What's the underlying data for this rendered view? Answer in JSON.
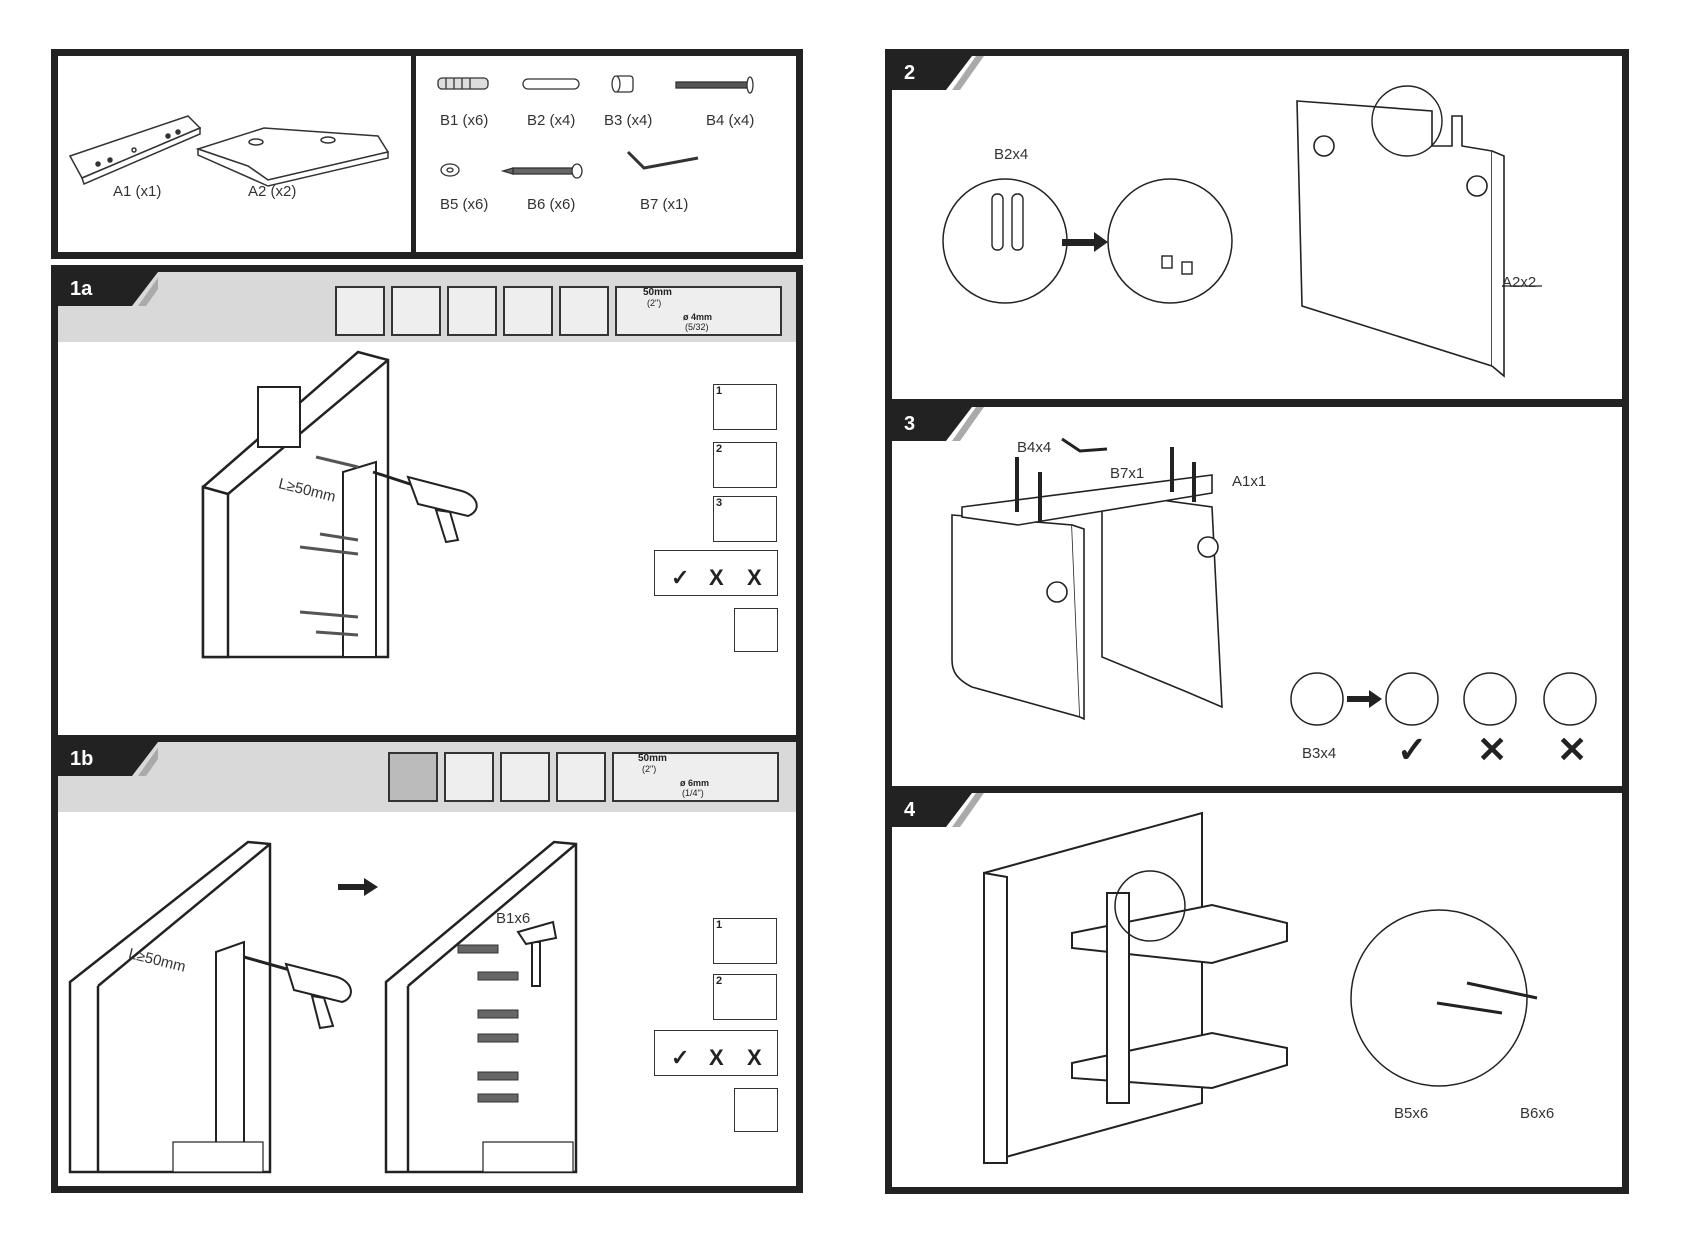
{
  "parts": {
    "a": [
      {
        "label": "A1 (x1)"
      },
      {
        "label": "A2 (x2)"
      }
    ],
    "b": [
      {
        "label": "B1 (x6)"
      },
      {
        "label": "B2 (x4)"
      },
      {
        "label": "B3 (x4)"
      },
      {
        "label": "B4 (x4)"
      },
      {
        "label": "B5 (x6)"
      },
      {
        "label": "B6 (x6)"
      },
      {
        "label": "B7 (x1)"
      }
    ]
  },
  "steps": {
    "s1a": {
      "number": "1a",
      "length_label": "L≥50mm",
      "depth_label": "50mm",
      "depth_sub": "(2\")",
      "bit_label": "ø 4mm",
      "bit_sub": "(5/32)",
      "sub_steps": [
        "1",
        "2",
        "3"
      ],
      "check": [
        "✓",
        "X",
        "X"
      ]
    },
    "s1b": {
      "number": "1b",
      "length_label": "L≥50mm",
      "anchor_label": "B1x6",
      "depth_label": "50mm",
      "depth_sub": "(2\")",
      "bit_label": "ø 6mm",
      "bit_sub": "(1/4\")",
      "sub_steps": [
        "1",
        "2"
      ],
      "check": [
        "✓",
        "X",
        "X"
      ]
    },
    "s2": {
      "number": "2",
      "dowel_label": "B2x4",
      "panel_label": "A2x2"
    },
    "s3": {
      "number": "3",
      "screw_label": "B4x4",
      "key_label": "B7x1",
      "plate_label": "A1x1",
      "cam_label": "B3x4",
      "check": [
        "✓",
        "✕",
        "✕"
      ]
    },
    "s4": {
      "number": "4",
      "washer_label": "B5x6",
      "screw_label": "B6x6"
    }
  }
}
